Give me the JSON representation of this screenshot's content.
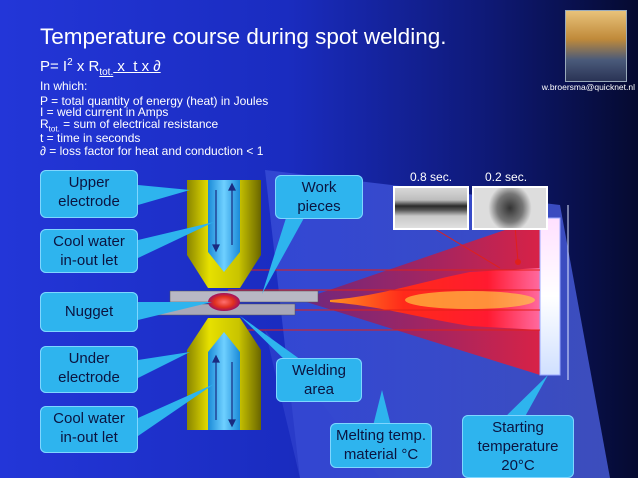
{
  "title": "Temperature course during spot welding.",
  "formula": {
    "p": "P= I",
    "sq": "2",
    "x1": " x R",
    "tot": "tot.",
    "rest": " x  t x ∂"
  },
  "description": {
    "in_which": "In which:",
    "p_line": "P = total quantity of energy (heat) in Joules",
    "i_line": "I = weld current in Amps",
    "r_prefix": "R",
    "r_sub": "tot.",
    "r_rest": " = sum of electrical resistance",
    "t_line": "t = time in seconds",
    "loss_line": "∂ = loss factor for heat and conduction < 1"
  },
  "credit": "w.broersma@quicknet.nl",
  "labels": {
    "upper_electrode": [
      "Upper",
      "electrode"
    ],
    "cool_water_top": [
      "Cool water",
      "in-out let"
    ],
    "nugget": "Nugget",
    "under_electrode": [
      "Under",
      "electrode"
    ],
    "cool_water_bottom": [
      "Cool water",
      "in-out let"
    ],
    "work_pieces": [
      "Work",
      "pieces"
    ],
    "welding_area": [
      "Welding",
      "area"
    ],
    "melting_temp": [
      "Melting temp.",
      "material °C"
    ],
    "starting_temp": [
      "Starting",
      "temperature",
      "20°C"
    ]
  },
  "times": {
    "t1": "0.8 sec.",
    "t2": "0.2 sec."
  },
  "colors": {
    "callout": "#2eb4ee",
    "electrode": "#c9c400",
    "nugget": "#e0301e",
    "flame": "#ff2a1a"
  }
}
